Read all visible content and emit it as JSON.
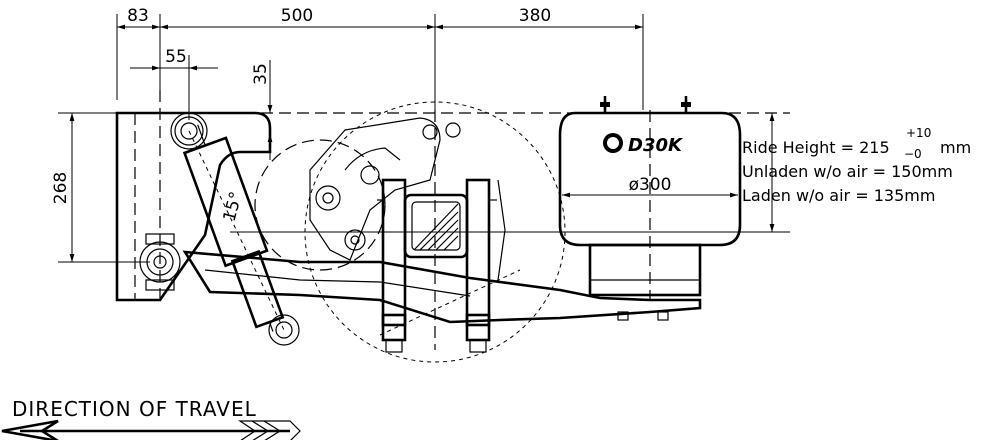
{
  "dimensions": {
    "top_83": "83",
    "top_500": "500",
    "top_380": "380",
    "offset_55": "55",
    "offset_35": "35",
    "height_268": "268",
    "angle_15": "15°",
    "diameter_300": "ø300"
  },
  "air_spring": {
    "brand_label": "D30K",
    "logo_icon": "air-spring-logo-icon"
  },
  "specs": {
    "ride_height_prefix": "Ride Height = 215",
    "ride_height_tol_upper": "+10",
    "ride_height_tol_lower": "−0",
    "ride_height_unit": "mm",
    "unladen": "Unladen w/o air = 150mm",
    "laden": "Laden w/o air = 135mm"
  },
  "travel": {
    "label": "DIRECTION OF TRAVEL",
    "arrow_icon": "left-arrow-icon"
  }
}
